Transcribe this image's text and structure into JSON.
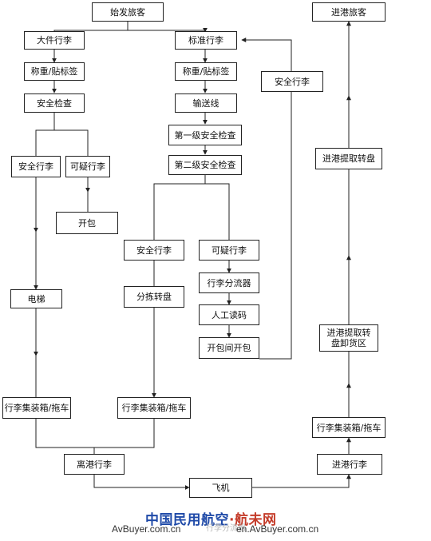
{
  "nodes": {
    "departure_passenger": "始发旅客",
    "arrival_passenger": "进港旅客",
    "oversize_baggage": "大件行李",
    "standard_baggage": "标准行李",
    "weigh_tag_left": "称重/贴标签",
    "weigh_tag_center": "称重/贴标签",
    "security_check": "安全检查",
    "conveyor_line": "输送线",
    "first_level_check": "第一级安全检查",
    "second_level_check": "第二级安全检查",
    "safe_baggage_left": "安全行李",
    "suspicious_baggage_left": "可疑行李",
    "open_bag_left": "开包",
    "safe_baggage_right": "安全行李",
    "elevator": "电梯",
    "sorting_carousel": "分拣转盘",
    "safe_baggage_center": "安全行李",
    "suspicious_baggage_center": "可疑行李",
    "baggage_diverter": "行李分流器",
    "manual_reading": "人工读码",
    "open_bag_room": "开包间开包",
    "arrival_claim_carousel": "进港提取转盘",
    "arrival_claim_unloading": "进港提取转盘卸货区",
    "container_left": "行李集装箱/拖车",
    "container_center": "行李集装箱/拖车",
    "container_right": "行李集装箱/拖车",
    "departure_baggage": "离港行李",
    "arrival_baggage": "进港行李",
    "airplane": "飞机"
  },
  "footer": {
    "brand_part1": "中国民用航空",
    "brand_sep": "·",
    "brand_part2": "航未网",
    "site_left": "AvBuyer.com.cn",
    "site_right": "en.AvBuyer.com.cn",
    "watermark": "行李分流器"
  },
  "colors": {
    "line": "#222222",
    "brand_blue": "#1f4aa8",
    "brand_red": "#c43c2a"
  }
}
